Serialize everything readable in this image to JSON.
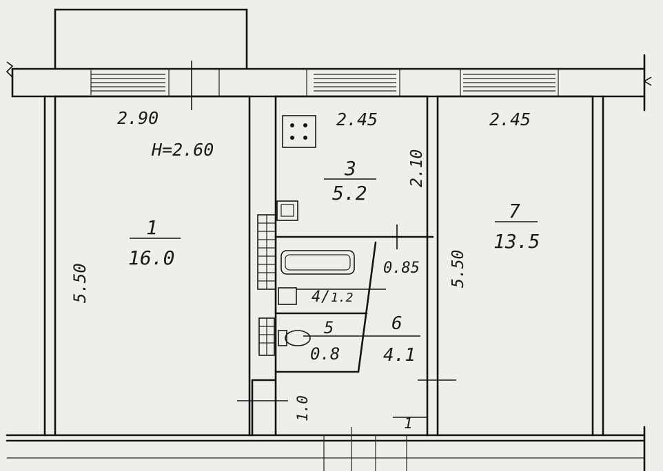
{
  "dimensions": {
    "room1_width": "2.90",
    "ceiling_height": "H=2.60",
    "room1_length": "5.50",
    "kitchen_width": "2.45",
    "kitchen_depth": "2.10",
    "room7_width": "2.45",
    "room7_length": "5.50",
    "bath_small": "0.85",
    "door_dim": "1.0",
    "hall_dim": "1"
  },
  "rooms": [
    {
      "number": "1",
      "area": "16.0"
    },
    {
      "number": "3",
      "area": "5.2"
    },
    {
      "number": "4",
      "area": "1.2"
    },
    {
      "number": "5",
      "area": "0.8"
    },
    {
      "number": "6",
      "area": "4.1"
    },
    {
      "number": "7",
      "area": "13.5"
    }
  ],
  "colors": {
    "paper": "#efeeea",
    "ink": "#141414"
  }
}
